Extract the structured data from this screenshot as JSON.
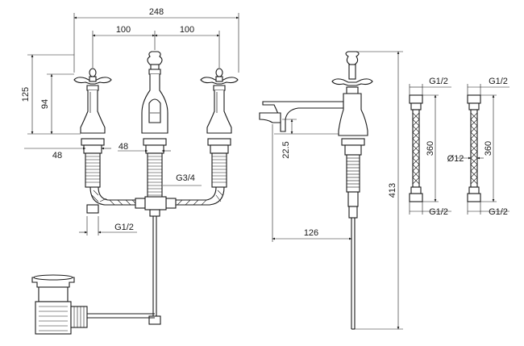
{
  "dimensions": {
    "overall_width": "248",
    "left_spacing": "100",
    "right_spacing": "100",
    "handle_height": "125",
    "body_height": "94",
    "left_shank": "48",
    "center_shank": "48",
    "center_thread": "G3/4",
    "outlet_thread": "G1/2",
    "spout_projection": "22.5",
    "spout_reach": "126",
    "total_height": "413",
    "hose_top_thread_a": "G1/2",
    "hose_top_thread_b": "G1/2",
    "hose_length_a": "360",
    "hose_length_b": "360",
    "hose_diameter": "Ø12",
    "hose_bottom_thread_a": "G1/2",
    "hose_bottom_thread_b": "G1/2"
  }
}
